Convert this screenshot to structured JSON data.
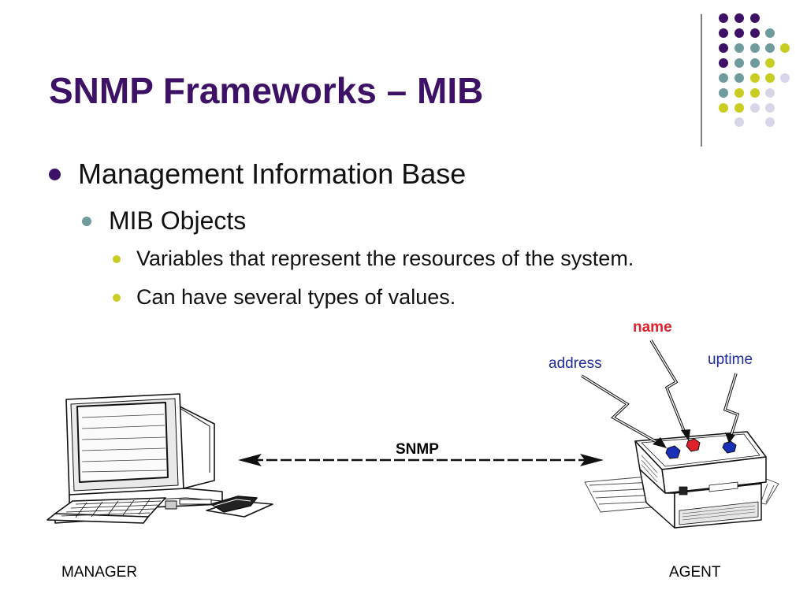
{
  "slide": {
    "title": "SNMP Frameworks – MIB",
    "bullets": [
      {
        "level": 1,
        "text": "Management Information Base"
      },
      {
        "level": 2,
        "text": "MIB Objects"
      },
      {
        "level": 3,
        "text": "Variables that represent the resources of the system."
      },
      {
        "level": 3,
        "text": "Can have several types of values."
      }
    ]
  },
  "diagram": {
    "labels": {
      "name": "name",
      "address": "address",
      "uptime": "uptime",
      "protocol": "SNMP",
      "manager": "MANAGER",
      "agent": "AGENT"
    },
    "nodes": [
      {
        "id": "manager",
        "icon": "computer-workstation-icon"
      },
      {
        "id": "agent",
        "icon": "printer-device-icon"
      }
    ],
    "edges": [
      {
        "from": "manager",
        "to": "agent",
        "label": "SNMP",
        "style": "dashed",
        "direction": "both"
      }
    ]
  },
  "colors": {
    "title": "#3d1266",
    "purple": "#3d1266",
    "teal": "#6f9b9d",
    "yellow": "#c9cc21",
    "lavender": "#d6d6e8",
    "name_label": "#e0202a",
    "mib_labels": "#1f2a9e"
  }
}
